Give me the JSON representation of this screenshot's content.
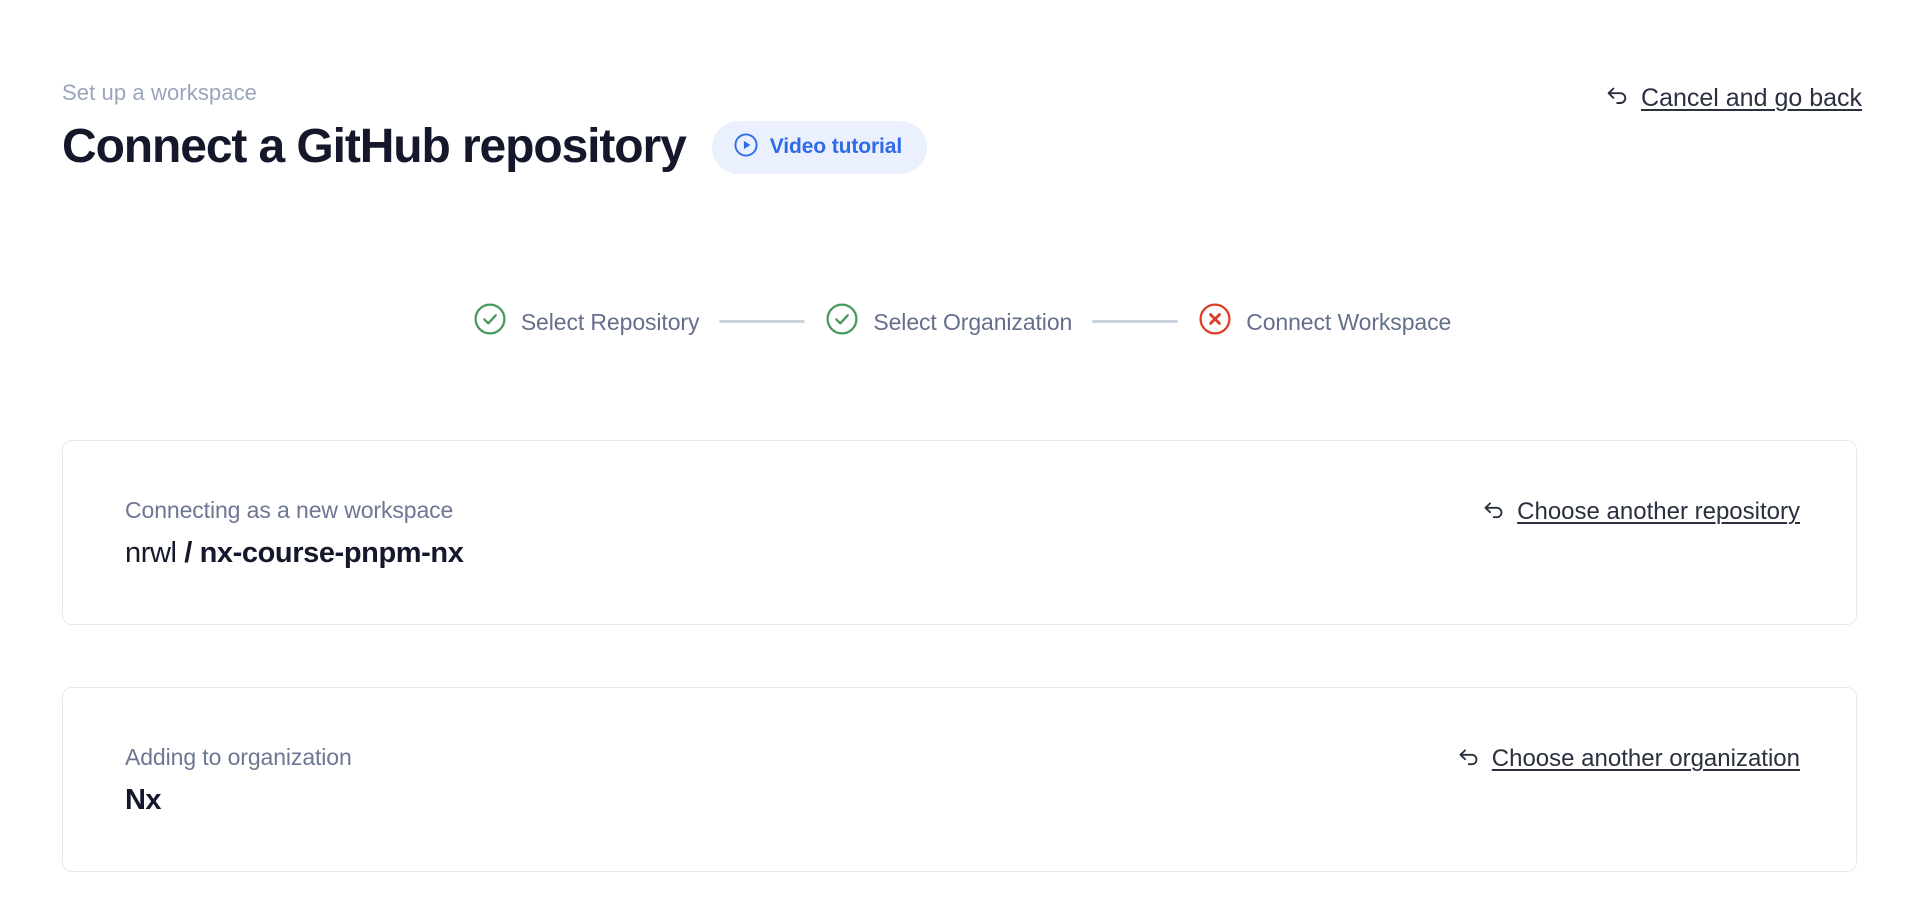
{
  "header": {
    "eyebrow": "Set up a workspace",
    "title": "Connect a GitHub repository",
    "video_badge": {
      "label": "Video tutorial",
      "icon": "play-circle-icon",
      "bg_color": "#eaf0fd",
      "text_color": "#2f6ae8"
    },
    "cancel": {
      "label": "Cancel and go back",
      "icon": "undo-arrow-icon",
      "text_color": "#2b3040"
    }
  },
  "stepper": {
    "connector_color": "#ccd3e1",
    "steps": [
      {
        "label": "Select Repository",
        "state": "complete",
        "icon": "check-circle-icon",
        "color": "#4a9a5e"
      },
      {
        "label": "Select Organization",
        "state": "complete",
        "icon": "check-circle-icon",
        "color": "#4a9a5e"
      },
      {
        "label": "Connect Workspace",
        "state": "error",
        "icon": "x-circle-icon",
        "color": "#dc3f27"
      }
    ]
  },
  "cards": {
    "repository": {
      "caption": "Connecting as a new workspace",
      "owner": "nrwl",
      "separator": " / ",
      "name": "nx-course-pnpm-nx",
      "link": {
        "label": "Choose another repository",
        "icon": "undo-arrow-icon"
      }
    },
    "organization": {
      "caption": "Adding to organization",
      "name": "Nx",
      "link": {
        "label": "Choose another organization",
        "icon": "undo-arrow-icon"
      }
    }
  }
}
